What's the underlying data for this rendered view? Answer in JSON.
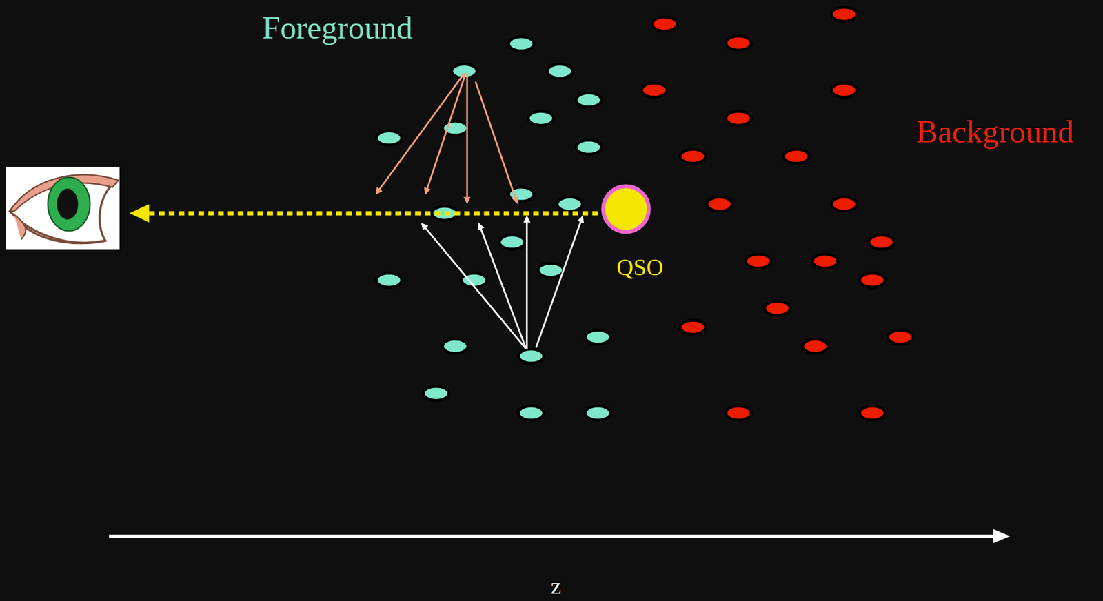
{
  "diagram": {
    "nodes": [
      {
        "text": [
          "QSO"
        ]
      }
    ],
    "labels": [
      "Foreground",
      "Background",
      "z"
    ]
  }
}
